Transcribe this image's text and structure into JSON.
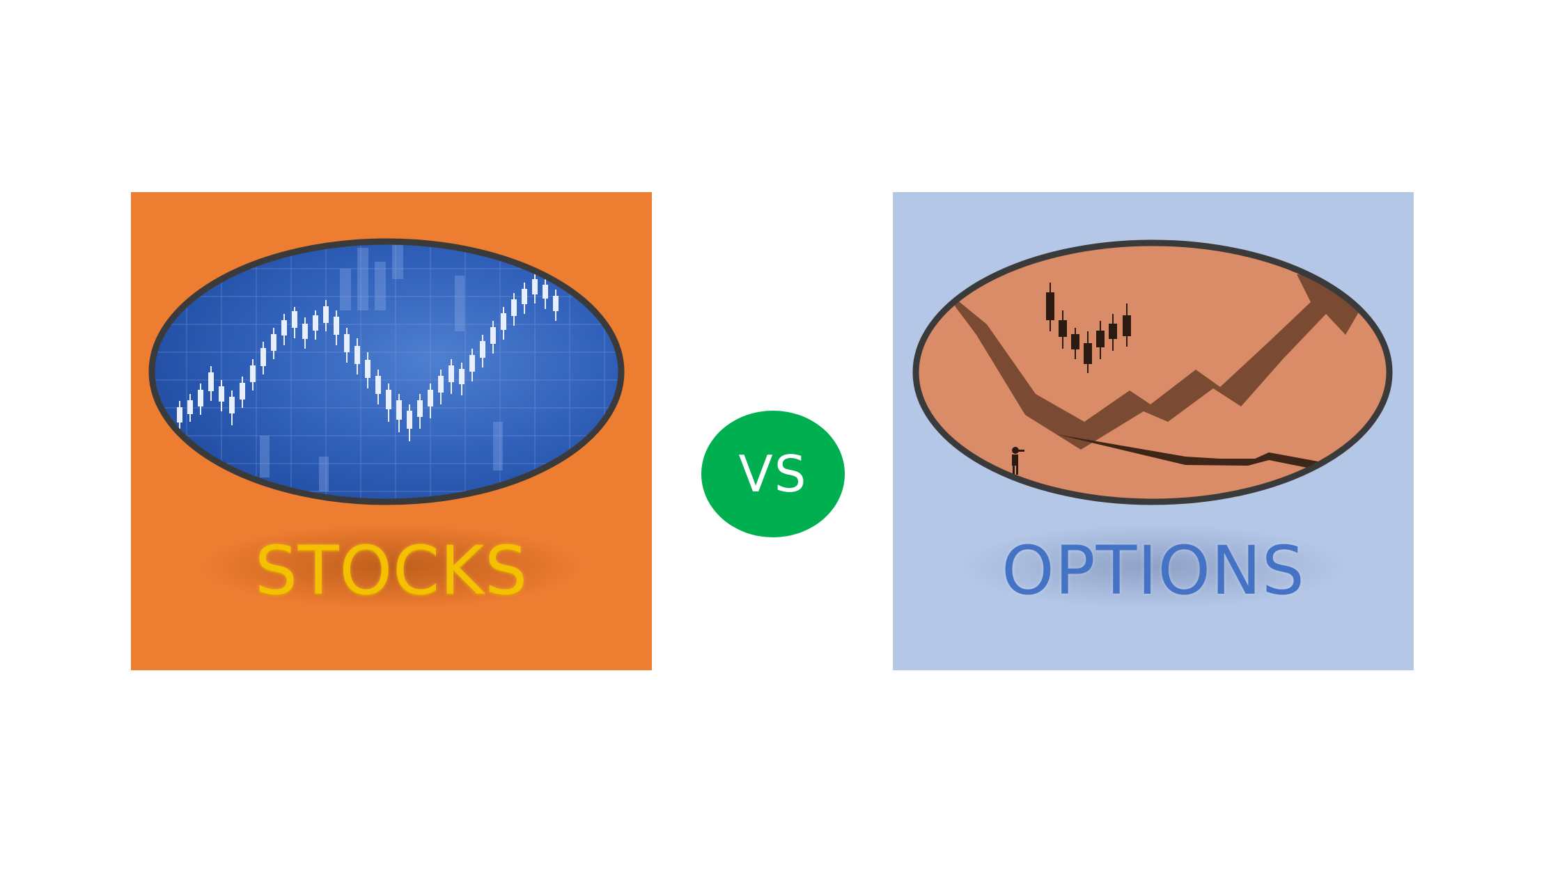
{
  "left_panel": {
    "label": "STOCKS",
    "background": "#ED7D31",
    "label_color": "#F5C000",
    "image_icon": "stock-candlestick-chart-icon"
  },
  "badge": {
    "label": "VS",
    "color": "#00B050"
  },
  "right_panel": {
    "label": "OPTIONS",
    "background": "#B4C7E7",
    "label_color": "#4472C4",
    "image_icon": "options-rising-arrow-icon"
  }
}
